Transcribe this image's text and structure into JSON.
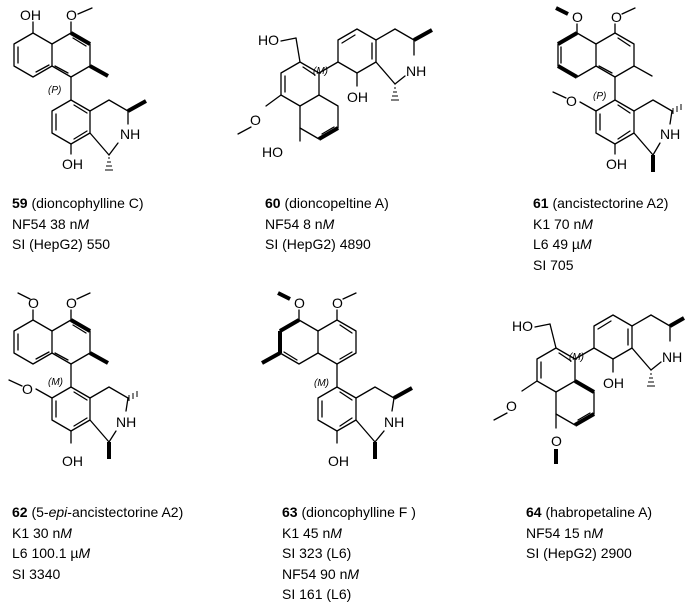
{
  "compounds": [
    {
      "id": "59",
      "name": "(dioncophylline C)",
      "axis": "(P)",
      "atoms": {
        "oh_top": "OH",
        "ome_top": "O",
        "nh": "NH",
        "oh_bottom": "OH"
      },
      "lines": [
        {
          "pre": "NF54 38 n",
          "unit": "M",
          "post": ""
        },
        {
          "pre": "SI (HepG2) 550",
          "unit": "",
          "post": ""
        }
      ]
    },
    {
      "id": "60",
      "name": "(dioncopeltine A)",
      "axis": "(M)",
      "atoms": {
        "ho_ch2": "HO",
        "nh": "NH",
        "ome": "O",
        "oh_iq": "OH",
        "ho_bottom": "HO"
      },
      "lines": [
        {
          "pre": "NF54 8 n",
          "unit": "M",
          "post": ""
        },
        {
          "pre": "SI (HepG2) 4890",
          "unit": "",
          "post": ""
        }
      ]
    },
    {
      "id": "61",
      "name": "(ancistectorine A2)",
      "axis": "(P)",
      "atoms": {
        "ome1": "O",
        "ome2": "O",
        "ome3": "O",
        "nh": "NH",
        "oh": "OH"
      },
      "lines": [
        {
          "pre": "K1 70 n",
          "unit": "M",
          "post": ""
        },
        {
          "pre": "L6 49 µ",
          "unit": "M",
          "post": ""
        },
        {
          "pre": "SI 705",
          "unit": "",
          "post": ""
        }
      ]
    },
    {
      "id": "62",
      "name_pre": "(5-",
      "name_it": "epi",
      "name_post": "-ancistectorine A2)",
      "axis": "(M)",
      "atoms": {
        "ome1": "O",
        "ome2": "O",
        "ome3": "O",
        "nh": "NH",
        "oh": "OH"
      },
      "lines": [
        {
          "pre": "K1 30 n",
          "unit": "M",
          "post": ""
        },
        {
          "pre": "L6 100.1 µ",
          "unit": "M",
          "post": ""
        },
        {
          "pre": "SI 3340",
          "unit": "",
          "post": ""
        }
      ]
    },
    {
      "id": "63",
      "name": "(dioncophylline F )",
      "axis": "(M)",
      "atoms": {
        "ome1": "O",
        "ome2": "O",
        "nh": "NH",
        "oh": "OH"
      },
      "lines": [
        {
          "pre": "K1 45 n",
          "unit": "M",
          "post": ""
        },
        {
          "pre": "SI 323 (L6)",
          "unit": "",
          "post": ""
        },
        {
          "pre": "NF54 90 n",
          "unit": "M",
          "post": ""
        },
        {
          "pre": "SI 161 (L6)",
          "unit": "",
          "post": ""
        }
      ]
    },
    {
      "id": "64",
      "name": "(habropetaline A)",
      "axis": "(M)",
      "atoms": {
        "ho": "HO",
        "nh": "NH",
        "ome": "O",
        "oh": "OH",
        "ome_bottom": "O"
      },
      "lines": [
        {
          "pre": "NF54 15 n",
          "unit": "M",
          "post": ""
        },
        {
          "pre": "SI (HepG2) 2900",
          "unit": "",
          "post": ""
        }
      ]
    }
  ]
}
